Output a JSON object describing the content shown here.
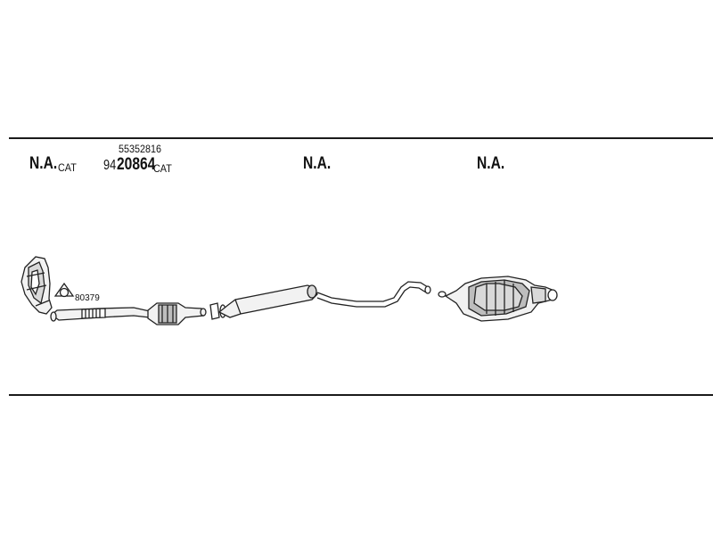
{
  "header_row": {
    "slot1": {
      "code": "N.A.",
      "suffix": "CAT"
    },
    "slot2": {
      "top_number": "55352816",
      "prefix": "94",
      "main": "20864",
      "suffix": "CAT"
    },
    "slot3": {
      "code": "N.A."
    },
    "slot4": {
      "code": "N.A."
    }
  },
  "parts": {
    "gasket_number": "80379"
  },
  "colors": {
    "line": "#1a1a1a",
    "part_stroke": "#222222",
    "part_fill": "#f2f2f2",
    "part_shade": "#bdbdbd"
  }
}
